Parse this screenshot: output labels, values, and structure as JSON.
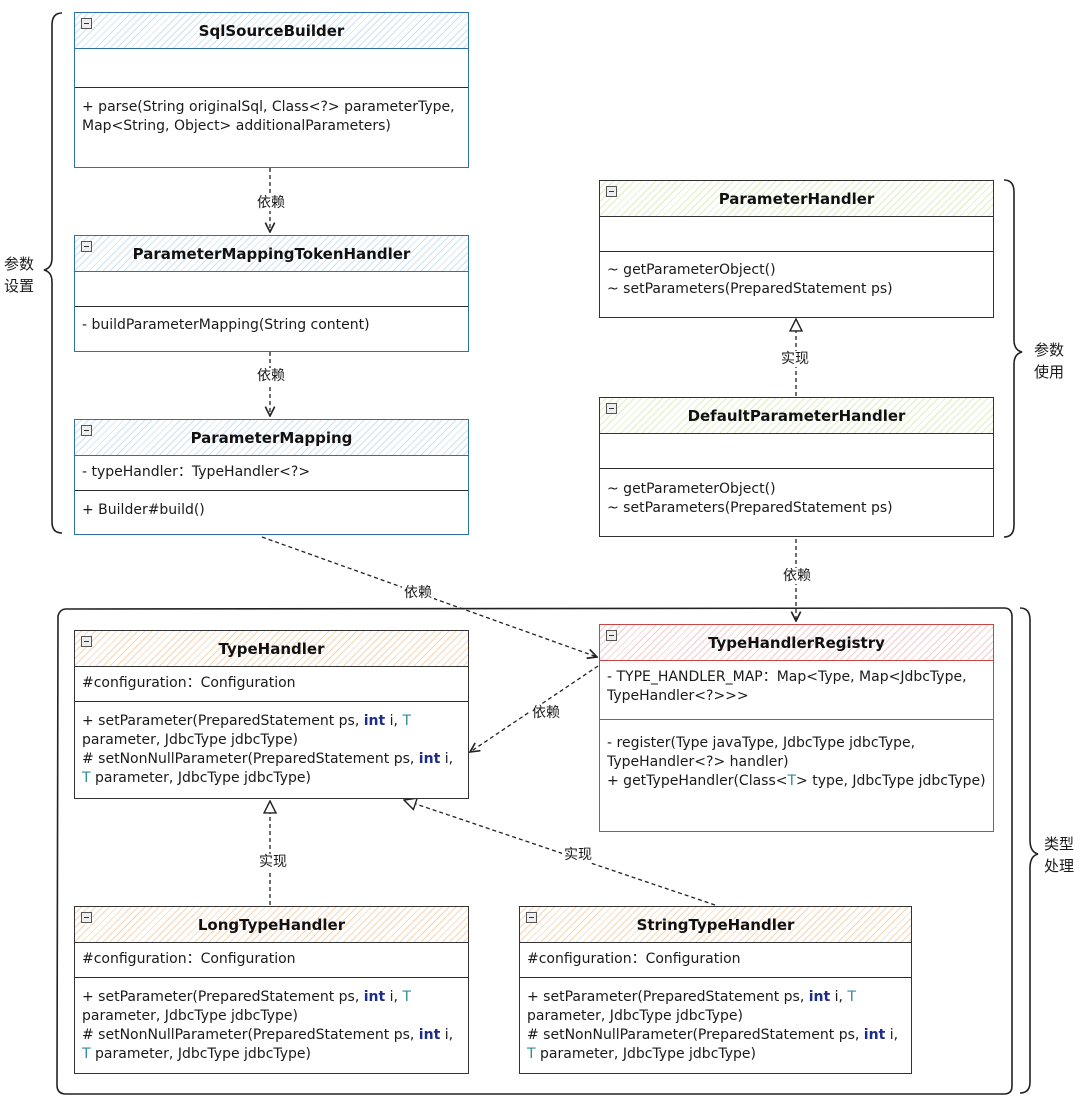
{
  "groups": {
    "param_setup": "参数\n设置",
    "param_use": "参数\n使用",
    "type_processing": "类型\n处理"
  },
  "classes": {
    "sql_source_builder": {
      "name": "SqlSourceBuilder",
      "fields": "",
      "methods": "+ parse(String originalSql, Class<?> parameterType, Map<String, Object> additionalParameters)"
    },
    "parameter_mapping_token_handler": {
      "name": "ParameterMappingTokenHandler",
      "fields": "",
      "methods": "- buildParameterMapping(String content)"
    },
    "parameter_mapping": {
      "name": "ParameterMapping",
      "fields": "- typeHandler：TypeHandler<?>",
      "methods": "+ Builder#build()"
    },
    "parameter_handler": {
      "name": "ParameterHandler",
      "fields": "",
      "methods": [
        "~ getParameterObject()",
        "~ setParameters(PreparedStatement ps)"
      ]
    },
    "default_parameter_handler": {
      "name": "DefaultParameterHandler",
      "fields": "",
      "methods": [
        "~ getParameterObject()",
        "~ setParameters(PreparedStatement ps)"
      ]
    },
    "type_handler": {
      "name": "TypeHandler",
      "fields": "#configuration：Configuration",
      "methods": {
        "set_prefix": "+ setParameter(PreparedStatement ps, ",
        "kw_int": "int",
        "i_sep": " i, ",
        "t": "T",
        "set_suffix": " parameter, JdbcType jdbcType)",
        "nonnull_prefix": "# setNonNullParameter(PreparedStatement ps, ",
        "nonnull_suffix": " parameter, JdbcType jdbcType)"
      }
    },
    "type_handler_registry": {
      "name": "TypeHandlerRegistry",
      "fields": "- TYPE_HANDLER_MAP：Map<Type, Map<JdbcType, TypeHandler<?>>>",
      "method1": "- register(Type javaType, JdbcType jdbcType, TypeHandler<?> handler)",
      "method2_prefix": "+ getTypeHandler(Class<",
      "method2_t": "T",
      "method2_suffix": "> type, JdbcType jdbcType)"
    },
    "long_type_handler": {
      "name": "LongTypeHandler",
      "fields": "#configuration：Configuration"
    },
    "string_type_handler": {
      "name": "StringTypeHandler",
      "fields": "#configuration：Configuration"
    }
  },
  "relations": {
    "depends": "依赖",
    "implements": "实现"
  }
}
